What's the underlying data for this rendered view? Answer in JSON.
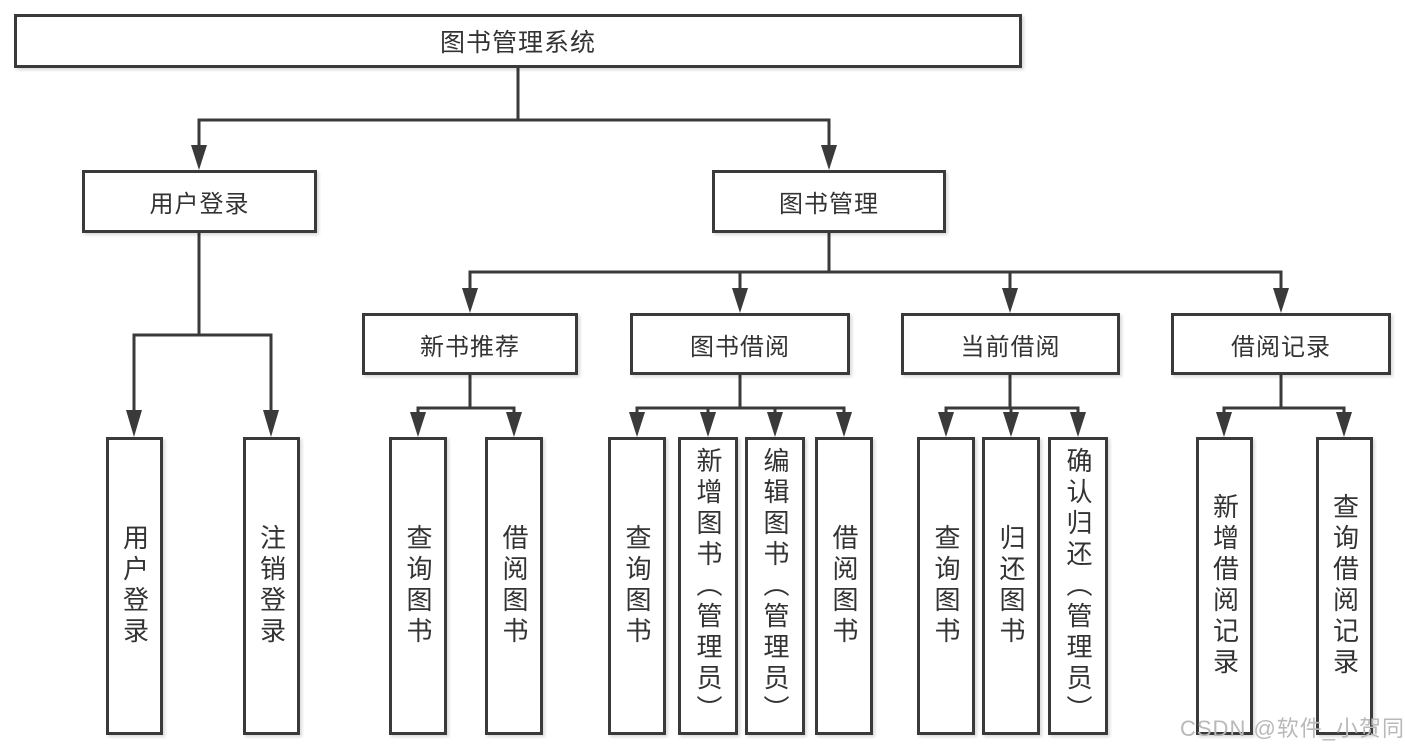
{
  "tree": {
    "label": "图书管理系统",
    "children": [
      {
        "label": "用户登录",
        "children": [
          {
            "label": "用户登录"
          },
          {
            "label": "注销登录"
          }
        ]
      },
      {
        "label": "图书管理",
        "children": [
          {
            "label": "新书推荐",
            "children": [
              {
                "label": "查询图书"
              },
              {
                "label": "借阅图书"
              }
            ]
          },
          {
            "label": "图书借阅",
            "children": [
              {
                "label": "查询图书"
              },
              {
                "label": "新增图书（管理员）"
              },
              {
                "label": "编辑图书（管理员）"
              },
              {
                "label": "借阅图书"
              }
            ]
          },
          {
            "label": "当前借阅",
            "children": [
              {
                "label": "查询图书"
              },
              {
                "label": "归还图书"
              },
              {
                "label": "确认归还（管理员）"
              }
            ]
          },
          {
            "label": "借阅记录",
            "children": [
              {
                "label": "新增借阅记录"
              },
              {
                "label": "查询借阅记录"
              }
            ]
          }
        ]
      }
    ]
  },
  "watermark": "CSDN @软件_小贺同学",
  "colors": {
    "line": "#3a3a3a",
    "text": "#333333",
    "box_background": "#ffffff",
    "watermark": "#b9b9b9"
  }
}
